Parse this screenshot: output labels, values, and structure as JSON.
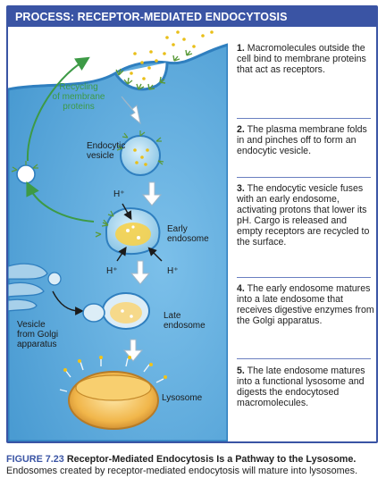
{
  "header": {
    "title": "PROCESS: RECEPTOR-MEDIATED ENDOCYTOSIS"
  },
  "diagram_labels": {
    "recycling": "Recycling\nof membrane\nproteins",
    "endocytic_vesicle": "Endocytic\nvesicle",
    "h_plus": "H⁺",
    "early_endosome": "Early\nendosome",
    "late_endosome": "Late\nendosome",
    "vesicle_golgi": "Vesicle\nfrom Golgi\napparatus",
    "lysosome": "Lysosome"
  },
  "steps": [
    {
      "num": "1.",
      "text": "Macromolecules outside the cell bind to membrane proteins that act as receptors."
    },
    {
      "num": "2.",
      "text": "The plasma membrane folds in and pinches off to form an endocytic vesicle."
    },
    {
      "num": "3.",
      "text": "The endocytic vesicle fuses with an early endosome, activating protons that lower its pH. Cargo is released and empty receptors are recycled to the surface."
    },
    {
      "num": "4.",
      "text": "The early endosome matures into a late endosome that receives digestive enzymes from the Golgi apparatus."
    },
    {
      "num": "5.",
      "text": "The late endosome matures into a functional lysosome and digests the endocytosed macromolecules."
    }
  ],
  "caption": {
    "figure": "FIGURE 7.23",
    "title": "Receptor-Mediated Endocytosis Is a Pathway to the Lysosome.",
    "text": "Endosomes created by receptor-mediated endocytosis will mature into lysosomes."
  },
  "colors": {
    "accent": "#3a54a4",
    "cytoplasm": "#5aa9dc",
    "membrane": "#2f7fbf",
    "recycle_green": "#3d9a46",
    "cargo": "#f2c318"
  }
}
